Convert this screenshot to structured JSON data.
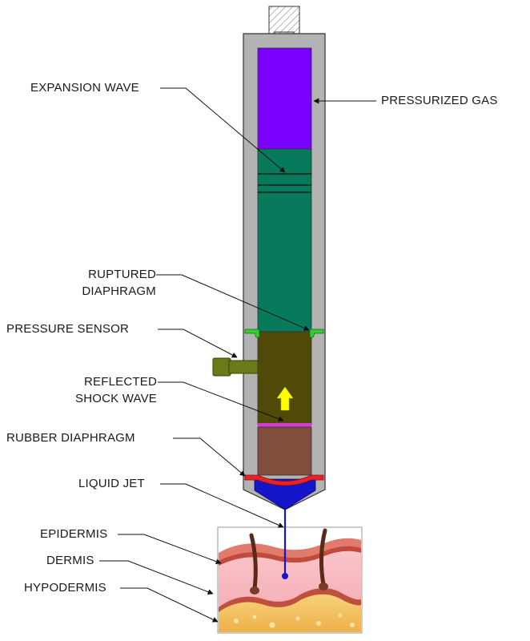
{
  "labels": {
    "expansion_wave": "EXPANSION WAVE",
    "pressurized_gas": "PRESSURIZED GAS",
    "ruptured_diaphragm_1": "RUPTURED",
    "ruptured_diaphragm_2": "DIAPHRAGM",
    "pressure_sensor": "PRESSURE SENSOR",
    "reflected_shock_wave_1": "REFLECTED",
    "reflected_shock_wave_2": "SHOCK WAVE",
    "rubber_diaphragm": "RUBBER DIAPHRAGM",
    "liquid_jet": "LIQUID JET",
    "epidermis": "EPIDERMIS",
    "dermis": "DERMIS",
    "hypodermis": "HYPODERMIS"
  },
  "colors": {
    "casing": "#b3b3b3",
    "pressurized_gas": "#7a00ff",
    "driven_gas": "#067a5a",
    "shock_region": "#4f4a07",
    "liquid": "#804e3c",
    "jet": "#1414c8",
    "sensor": "#6b7a16",
    "diaphragm_remnant": "#33cc33",
    "shock_front": "#d43ad4",
    "rubber": "#e8222a",
    "arrow": "#ffff00",
    "epidermis": "#e27b6d",
    "dermis": "#f9b8bd",
    "hypodermis": "#f4c25c"
  }
}
